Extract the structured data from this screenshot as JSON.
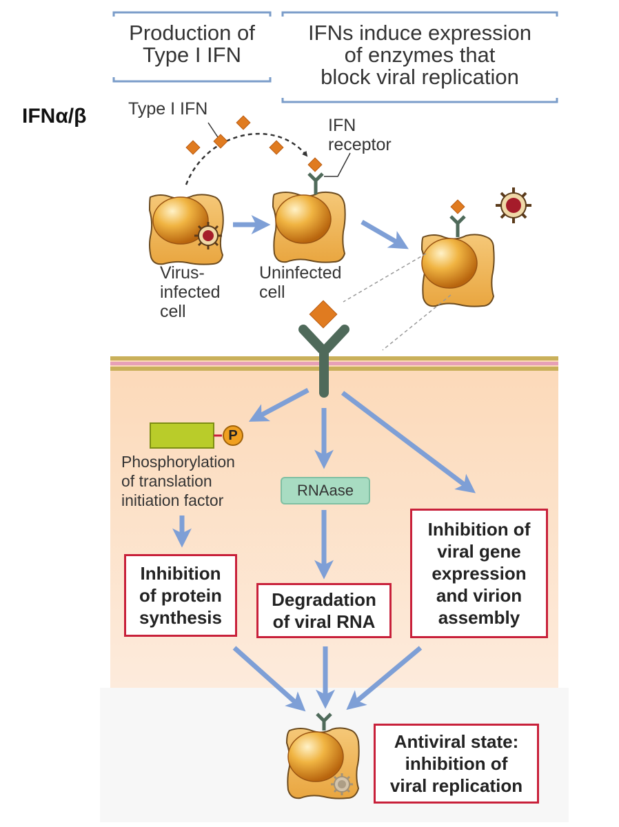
{
  "headers": {
    "left": [
      "Production of",
      "Type I IFN"
    ],
    "right": [
      "IFNs induce expression",
      "of enzymes that",
      "block viral replication"
    ]
  },
  "side_label": "IFNα/β",
  "labels": {
    "type1_ifn": "Type I IFN",
    "ifn_receptor": [
      "IFN",
      "receptor"
    ],
    "virus_infected_cell": [
      "Virus-",
      "infected",
      "cell"
    ],
    "uninfected_cell": [
      "Uninfected",
      "cell"
    ],
    "phosphorylation": [
      "Phosphorylation",
      "of translation",
      "initiation factor"
    ],
    "p_symbol": "P",
    "rnaase": "RNAase"
  },
  "outcomes": {
    "protein": [
      "Inhibition",
      "of protein",
      "synthesis"
    ],
    "rna": [
      "Degradation",
      "of viral RNA"
    ],
    "gene": [
      "Inhibition of",
      "viral gene",
      "expression",
      "and virion",
      "assembly"
    ],
    "antiviral": [
      "Antiviral state:",
      "inhibition of",
      "viral replication"
    ]
  },
  "colors": {
    "arrow": "#7e9fd6",
    "cell": "#e8a93a",
    "nucleus": "#d98a1e",
    "receptor": "#4f6a5a",
    "ifn": "#e07b20",
    "outcome_border": "#c8203a",
    "cytoplasm": "#fde6cf",
    "header_bracket": "#7a9cc9"
  }
}
